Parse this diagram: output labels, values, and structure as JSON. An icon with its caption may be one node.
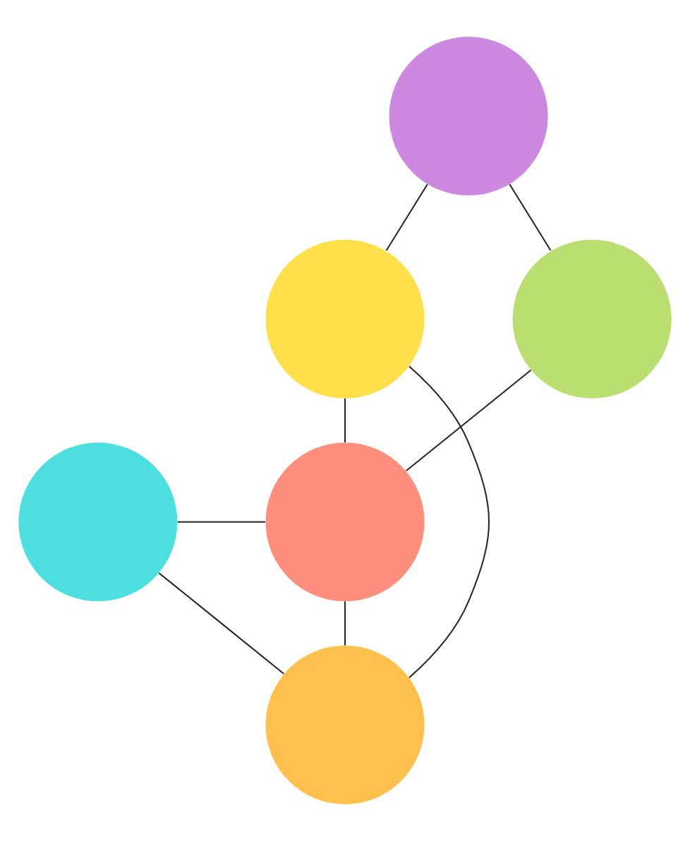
{
  "diagram": {
    "nodes": [
      {
        "text": [],
        "shape": "circle"
      },
      {
        "text": [],
        "shape": "circle"
      },
      {
        "text": [],
        "shape": "circle"
      },
      {
        "text": [],
        "shape": "circle"
      },
      {
        "text": [],
        "shape": "circle"
      },
      {
        "text": [],
        "shape": "circle"
      }
    ],
    "edges": [
      {
        "from": 0,
        "to": 1,
        "arrow": "none"
      },
      {
        "from": 0,
        "to": 2,
        "arrow": "none"
      },
      {
        "from": 1,
        "to": 4,
        "arrow": "none"
      },
      {
        "from": 1,
        "to": 5,
        "arrow": "none"
      },
      {
        "from": 2,
        "to": 4,
        "arrow": "none"
      },
      {
        "from": 3,
        "to": 4,
        "arrow": "none"
      },
      {
        "from": 3,
        "to": 5,
        "arrow": "none"
      },
      {
        "from": 4,
        "to": 5,
        "arrow": "none"
      }
    ]
  }
}
